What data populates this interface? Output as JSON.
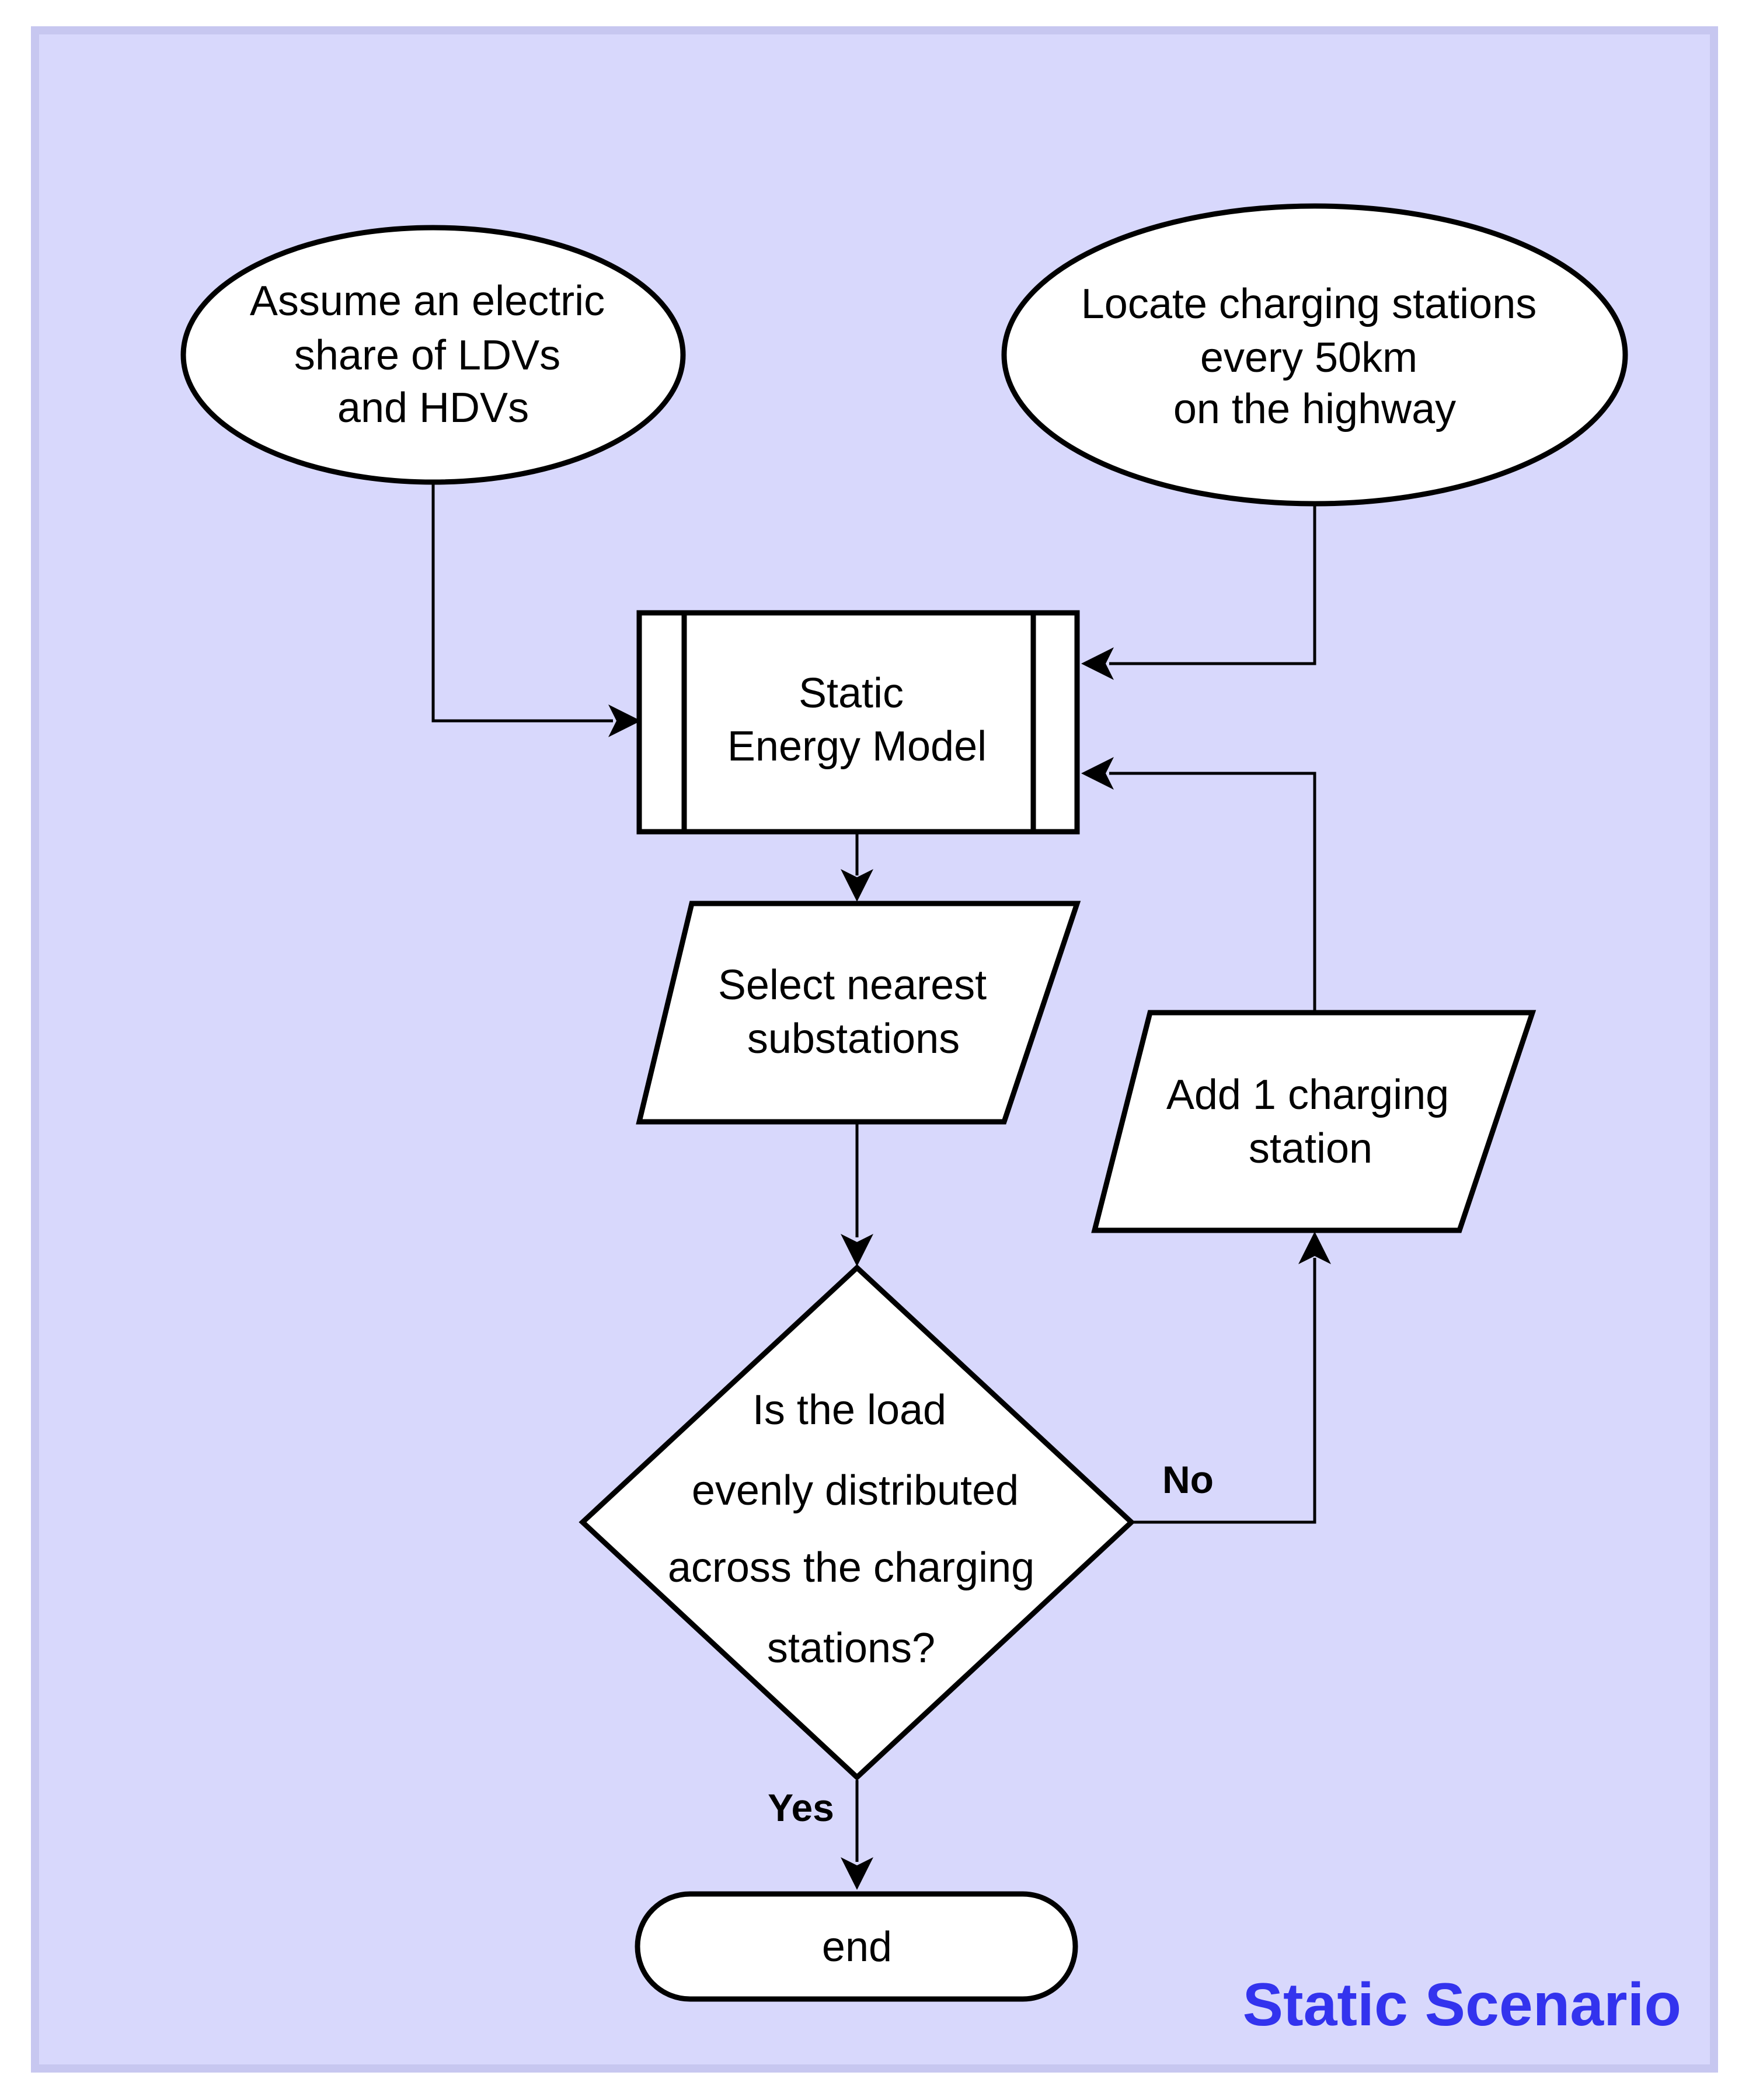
{
  "nodes": {
    "assume_share": {
      "lines": [
        "Assume an electric",
        "share of LDVs",
        "and HDVs"
      ]
    },
    "locate_stations": {
      "lines": [
        "Locate charging stations",
        "every 50km",
        "on the highway"
      ]
    },
    "energy_model": {
      "lines": [
        "Static",
        "Energy Model"
      ]
    },
    "select_substations": {
      "lines": [
        "Select nearest",
        "substations"
      ]
    },
    "add_station": {
      "lines": [
        "Add 1 charging",
        "station"
      ]
    },
    "decision": {
      "lines": [
        "Is the load",
        "evenly distributed",
        "across the charging",
        "stations?"
      ]
    },
    "end": {
      "label": "end"
    }
  },
  "edge_labels": {
    "no": "No",
    "yes": "Yes"
  },
  "title": "Static Scenario",
  "colors": {
    "panel_background": "#d8d8fc",
    "title": "#3333ee"
  }
}
